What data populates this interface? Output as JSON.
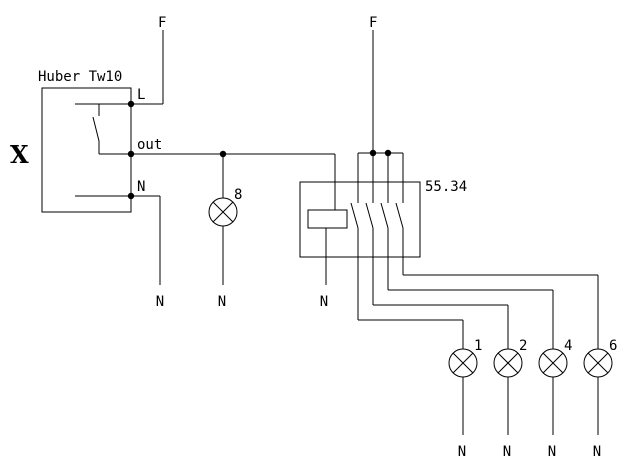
{
  "diagram": {
    "type": "electrical-wiring-schematic",
    "phase": {
      "left": "F",
      "right": "F"
    },
    "timer": {
      "name": "Huber Tw10",
      "designator": "X",
      "terminals": {
        "l": "L",
        "out": "out",
        "n": "N"
      }
    },
    "relay": {
      "model": "55.34"
    },
    "lamps": {
      "lamp8": "8",
      "lamp1": "1",
      "lamp2": "2",
      "lamp4": "4",
      "lamp6": "6"
    },
    "neutrals": {
      "timer": "N",
      "lamp8": "N",
      "coil": "N",
      "lamp1": "N",
      "lamp2": "N",
      "lamp4": "N",
      "lamp6": "N"
    },
    "colors": {
      "wire": "#000000",
      "background": "#ffffff"
    }
  }
}
